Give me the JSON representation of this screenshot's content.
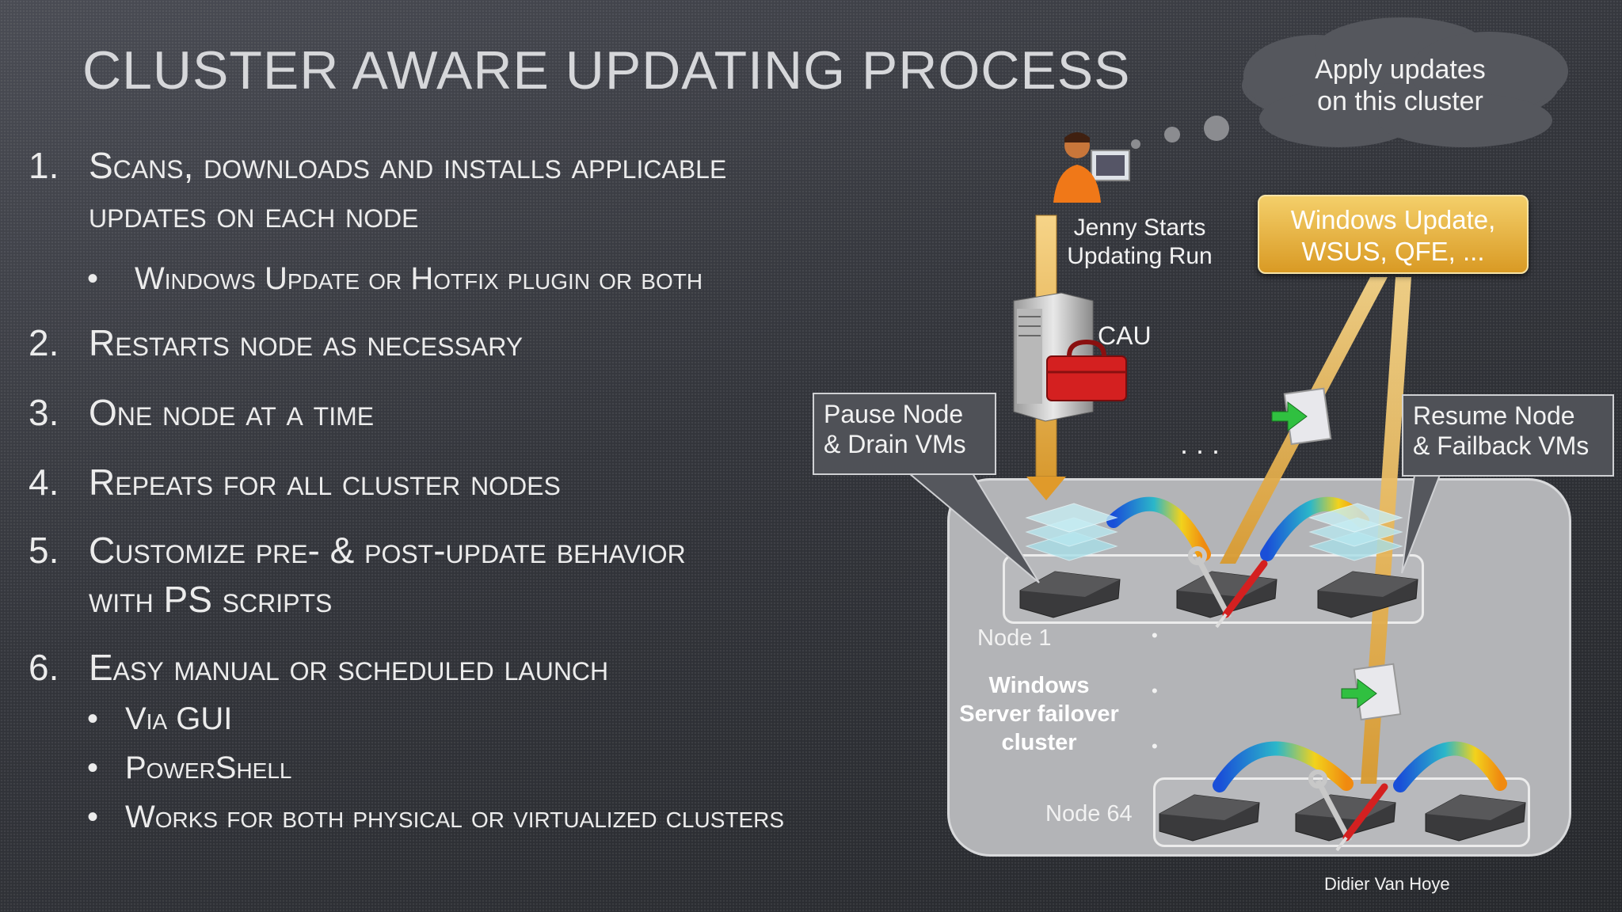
{
  "slide": {
    "title": "Cluster Aware Updating Process",
    "items": [
      {
        "num": "1.",
        "lines": [
          "Scans, downloads and installs applicable",
          "updates on each node"
        ]
      },
      {
        "num": "2.",
        "lines": [
          "Restarts node as necessary"
        ]
      },
      {
        "num": "3.",
        "lines": [
          "One node at a time"
        ]
      },
      {
        "num": "4.",
        "lines": [
          "Repeats for all cluster nodes"
        ]
      },
      {
        "num": "5.",
        "lines": [
          "Customize pre- & post-update behavior",
          "with PS scripts"
        ]
      },
      {
        "num": "6.",
        "lines": [
          "Easy manual or scheduled launch"
        ]
      }
    ],
    "sub_bullets": {
      "item1": [
        "Windows Update or Hotfix plugin or both"
      ],
      "item6": [
        "Via GUI",
        "PowerShell",
        "Works for both physical or virtualized clusters"
      ]
    },
    "bullet_glyph": "•"
  },
  "diagram": {
    "cloud_text": [
      "Apply updates",
      "on this cluster"
    ],
    "jenny_label": [
      "Jenny Starts",
      "Updating Run"
    ],
    "cau_label": "CAU",
    "update_source": [
      "Windows Update,",
      "WSUS, QFE, ..."
    ],
    "pause_box": [
      "Pause Node",
      "& Drain VMs"
    ],
    "resume_box": [
      "Resume Node",
      "& Failback VMs"
    ],
    "ellipsis": ". . .",
    "node1_label": "Node 1",
    "node64_label": "Node 64",
    "cluster_label": [
      "Windows",
      "Server failover",
      "cluster"
    ],
    "vertical_dots": "•",
    "author": "Didier Van Hoye",
    "icons": [
      "user-at-computer-icon",
      "server-tower-icon",
      "toolbox-icon",
      "update-package-icon",
      "server-blade-icon",
      "wrench-screwdriver-icon",
      "vm-stack-icon"
    ],
    "colors": {
      "arrow_gold": "#e6b04a",
      "cluster_bg": "#b3b4b7",
      "update_source_bg": "#e8b33c",
      "migration_arc": "#f0a020"
    }
  }
}
